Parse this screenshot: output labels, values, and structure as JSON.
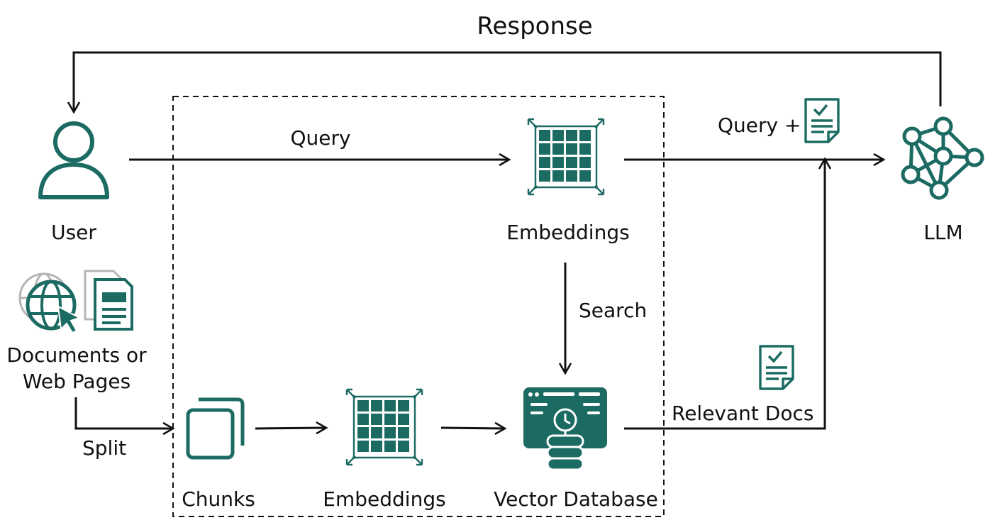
{
  "title": "Response",
  "nodes": {
    "user": "User",
    "llm": "LLM",
    "documents": "Documents or\nWeb Pages",
    "embeddings_top": "Embeddings",
    "chunks": "Chunks",
    "embeddings_bottom": "Embeddings",
    "vector_db": "Vector Database"
  },
  "edges": {
    "query": "Query",
    "query_plus": "Query +",
    "search": "Search",
    "split": "Split",
    "relevant_docs": "Relevant Docs"
  },
  "colors": {
    "accent": "#1b6b63",
    "accent_light": "#2e7d74",
    "gray_icon": "#b5b5b5",
    "arrow": "#111111"
  },
  "icons": {
    "user": "user-icon",
    "llm": "neural-network-icon",
    "documents": "globe-document-icon",
    "embeddings": "grid-matrix-icon",
    "chunks": "stacked-pages-icon",
    "vector_db": "database-icon",
    "doc_check": "checked-document-icon"
  }
}
